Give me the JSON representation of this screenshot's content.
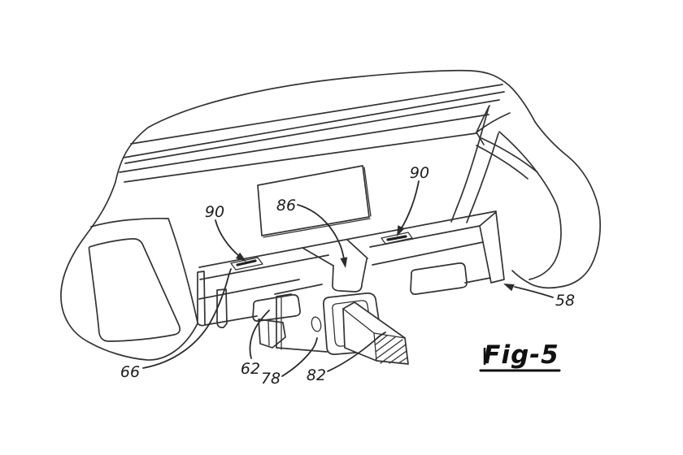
{
  "figure": {
    "fig_label": "Fig-5",
    "drawing_type": "patent line drawing, perspective view of truck rear bumper with hitch receiver",
    "colors": {
      "background": "#ffffff",
      "line": "#333333",
      "text": "#1c1c1c"
    },
    "refs": [
      {
        "id": "90-left",
        "text": "90"
      },
      {
        "id": "86",
        "text": "86"
      },
      {
        "id": "90-right",
        "text": "90"
      },
      {
        "id": "58",
        "text": "58"
      },
      {
        "id": "66",
        "text": "66"
      },
      {
        "id": "62",
        "text": "62"
      },
      {
        "id": "78",
        "text": "78"
      },
      {
        "id": "82",
        "text": "82"
      }
    ]
  }
}
